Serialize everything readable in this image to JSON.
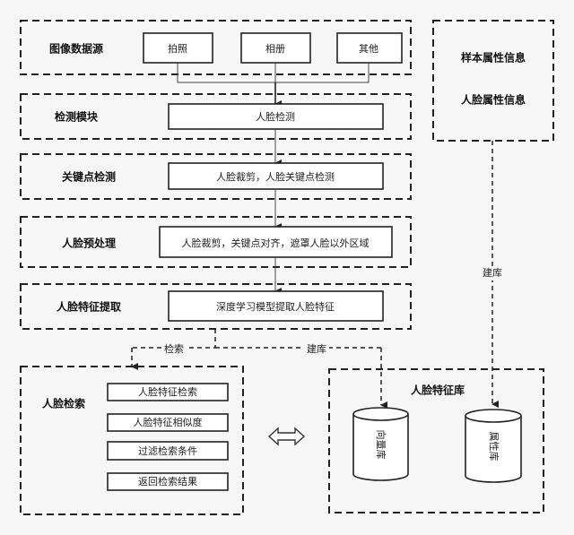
{
  "source_group": {
    "title": "图像数据源",
    "items": [
      "拍照",
      "相册",
      "其他"
    ]
  },
  "detect_group": {
    "title": "检测模块",
    "box": "人脸检测"
  },
  "keypoint_group": {
    "title": "关键点检测",
    "box": "人脸裁剪，人脸关键点检测"
  },
  "preprocess_group": {
    "title": "人脸预处理",
    "box": "人脸裁剪，关键点对齐，遮罩人脸以外区域"
  },
  "feature_group": {
    "title": "人脸特征提取",
    "box": "深度学习模型提取人脸特征"
  },
  "attr_group": {
    "lines": [
      "样本属性信息",
      "人脸属性信息"
    ]
  },
  "edges": {
    "search": "检索",
    "build": "建库",
    "build_attr": "建库"
  },
  "search_group": {
    "title": "人脸检索",
    "items": [
      "人脸特征检索",
      "人脸特征相似度",
      "过滤检索条件",
      "返回检索结果"
    ]
  },
  "library_group": {
    "title": "人脸特征库",
    "dbs": [
      "向量库",
      "属性库"
    ]
  }
}
